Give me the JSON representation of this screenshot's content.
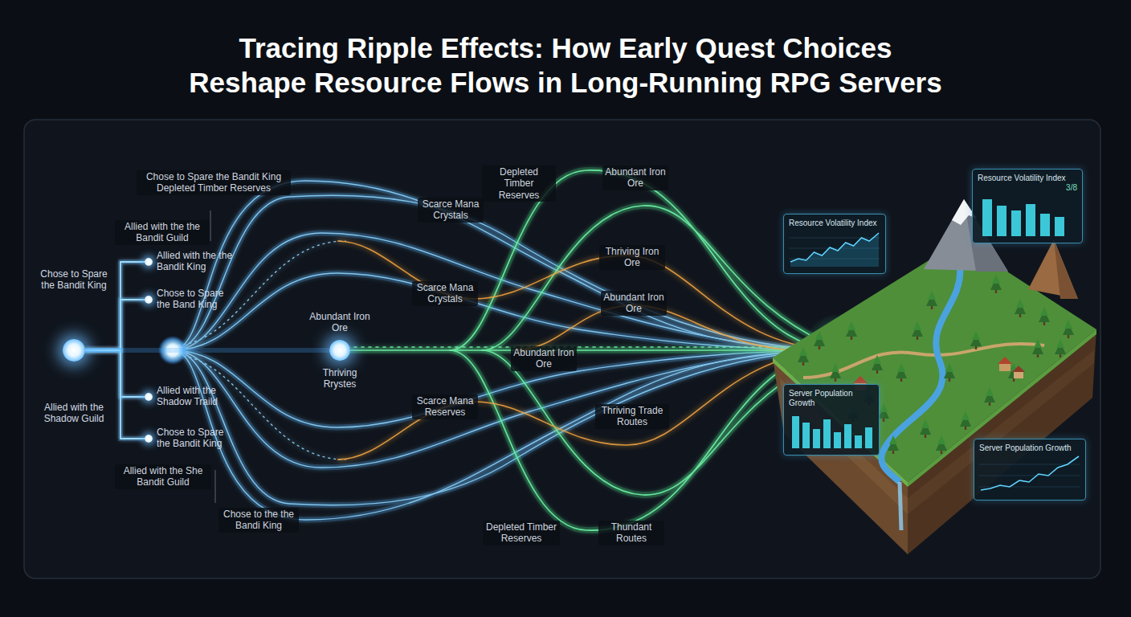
{
  "diagram": {
    "title": "Tracing Ripple Effects: How Early Quest Choices Reshape Resource Flows in Long-Running RPG Servers",
    "nodes": [
      {
        "text": [
          "Chose to Spare the Bandit King",
          "Allied with the Shadow Guild"
        ]
      },
      {
        "text": [
          "Allied with the the Bandit King"
        ]
      },
      {
        "text": [
          "Chose to Spare the Band King"
        ]
      },
      {
        "text": [
          "Allied with the Shadow Traild"
        ]
      },
      {
        "text": [
          "Chose to Spare the Bandit King"
        ]
      },
      {
        "text": [
          "Abundant Iron Ore",
          "Thriving Rrystes"
        ]
      },
      {
        "text": [
          "Resource Volatility Index"
        ]
      },
      {
        "text": [
          "Resource Volatility Index",
          "3/8"
        ]
      },
      {
        "text": [
          "Server Population Growth"
        ]
      },
      {
        "text": [
          "Server Population Growth"
        ]
      }
    ],
    "edges": [
      {
        "from": 0,
        "to": 1,
        "arrow": "none"
      },
      {
        "from": 0,
        "to": 2,
        "arrow": "none"
      },
      {
        "from": 0,
        "to": 3,
        "arrow": "none"
      },
      {
        "from": 0,
        "to": 4,
        "arrow": "none"
      },
      {
        "from": 0,
        "to": 5,
        "arrow": "none"
      }
    ],
    "labels": [
      "Chose to Spare the Bandit King Depleted Timber Reserves",
      "Allied with the the Bandit Guild",
      "Depleted Timber Reserves",
      "Abundant Iron Ore",
      "Scarce Mana Crystals",
      "Thriving Iron Ore",
      "Scarce Mana Crystals",
      "Abundant Iron Ore",
      "Abundant Iron Ore",
      "Scarce Mana Reserves",
      "Thriving Trade Routes",
      "Allied with the She Bandit Guild",
      "Chose to the the Bandi King",
      "Depleted Timber Reserves",
      "Thundant Routes"
    ]
  }
}
